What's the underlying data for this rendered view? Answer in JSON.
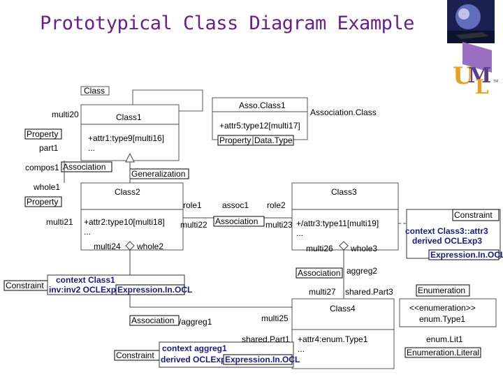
{
  "title": "Prototypical Class Diagram Example",
  "labels": {
    "class_tag": "Class",
    "asso_class1": "Asso.Class1",
    "association_class": "Association.Class",
    "multi20": "multi20",
    "class1": "Class1",
    "attr5": "+attr5:type12[multi17]",
    "property1": "Property",
    "part1": "part1",
    "attr1": "+attr1:type9[multi16]",
    "ellipsis1": "...",
    "property_tag2": "Property",
    "data_type": "Data.Type",
    "compos1": "compos1",
    "association1": "Association",
    "generalization": "Generalization",
    "whole1": "whole1",
    "class2": "Class2",
    "class3": "Class3",
    "property3": "Property",
    "role1": "role1",
    "assoc1": "assoc1",
    "role2": "role2",
    "constraint1": "Constraint",
    "multi21": "multi21",
    "attr2": "+attr2:type10[multi18]",
    "ellipsis2": "...",
    "multi22": "multi22",
    "association2": "Association",
    "multi23": "multi23",
    "attr3": "+/attr3:type11[multi19]",
    "ellipsis3": "...",
    "ctx_class3_l1": "context Class3::attr3",
    "ctx_class3_l2": "derived OCLExp3",
    "multi24": "multi24",
    "whole2": "whole2",
    "multi26": "multi26",
    "whole3": "whole3",
    "expr1": "Expression.In.OCL",
    "association3": "Association",
    "aggreg2": "aggreg2",
    "constraint2": "Constraint",
    "ctx_class1_l1": "context Class1",
    "ctx_class1_l2": "inv:inv2 OCLExp",
    "expr2": "Expression.In.OCL",
    "multi27": "multi27",
    "shared_part3": "shared.Part3",
    "enumeration": "Enumeration",
    "class4": "Class4",
    "enum_stereo": "<<enumeration>>",
    "enum_type1": "enum.Type1",
    "association4": "Association",
    "aggreg1": "/aggreg1",
    "multi25": "multi25",
    "shared_part1": "shared.Part1",
    "attr4": "+attr4:enum.Type1",
    "ellipsis4": "...",
    "enum_lit1": "enum.Lit1",
    "enumeration_literal": "Enumeration.Literal",
    "constraint3": "Constraint",
    "ctx_aggreg1_l1": "context aggreg1",
    "ctx_aggreg1_l2": "derived OCLExp",
    "expr3": "Expression.In.OCL"
  },
  "logo": {
    "letters": "UML",
    "tm": "TM",
    "colors": [
      "#9a6fc2",
      "#e8a020",
      "#5b3c8c"
    ]
  }
}
